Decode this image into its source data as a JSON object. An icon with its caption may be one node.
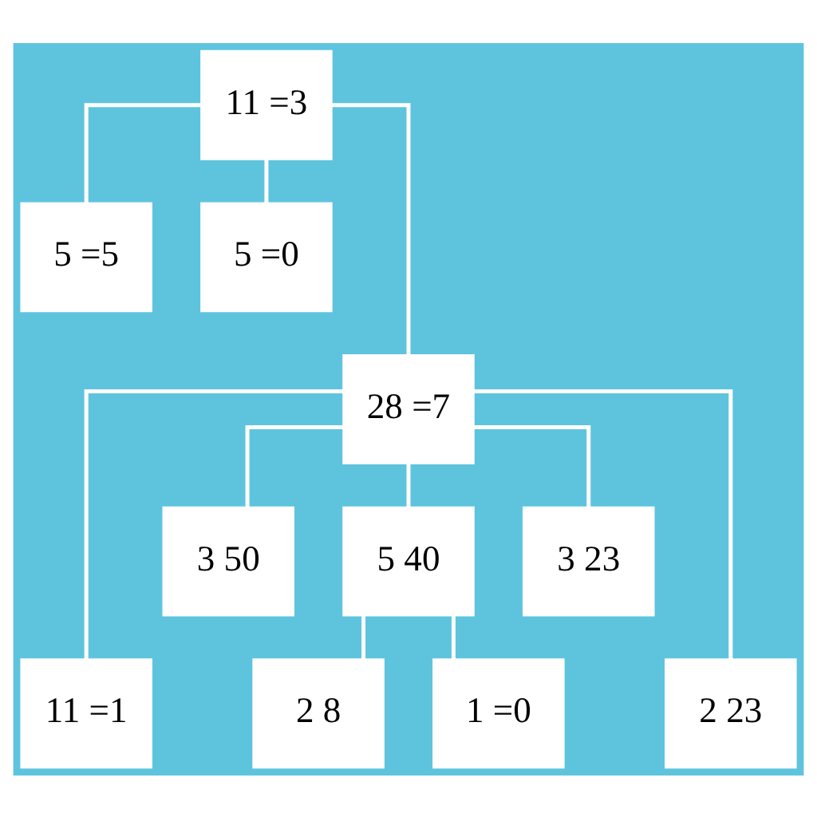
{
  "diagram": {
    "nodes": [
      {
        "text": [
          "11 =3"
        ]
      },
      {
        "text": [
          "5 =5"
        ]
      },
      {
        "text": [
          "5 =0"
        ]
      },
      {
        "text": [
          "28 =7"
        ]
      },
      {
        "text": [
          "3 50"
        ]
      },
      {
        "text": [
          "3 23"
        ]
      },
      {
        "text": [
          "11 =1"
        ]
      },
      {
        "text": [
          "5 40"
        ]
      },
      {
        "text": [
          "2 23"
        ]
      },
      {
        "text": [
          "2 8"
        ]
      },
      {
        "text": [
          "1 =0"
        ]
      }
    ],
    "edges": [
      {
        "from": 0,
        "to": 1,
        "arrow": "none"
      },
      {
        "from": 0,
        "to": 2,
        "arrow": "none"
      },
      {
        "from": 0,
        "to": 3,
        "arrow": "none"
      },
      {
        "from": 3,
        "to": 6,
        "arrow": "none"
      },
      {
        "from": 3,
        "to": 4,
        "arrow": "none"
      },
      {
        "from": 3,
        "to": 7,
        "arrow": "none"
      },
      {
        "from": 3,
        "to": 5,
        "arrow": "none"
      },
      {
        "from": 3,
        "to": 8,
        "arrow": "none"
      },
      {
        "from": 7,
        "to": 9,
        "arrow": "none"
      },
      {
        "from": 7,
        "to": 10,
        "arrow": "none"
      }
    ]
  }
}
